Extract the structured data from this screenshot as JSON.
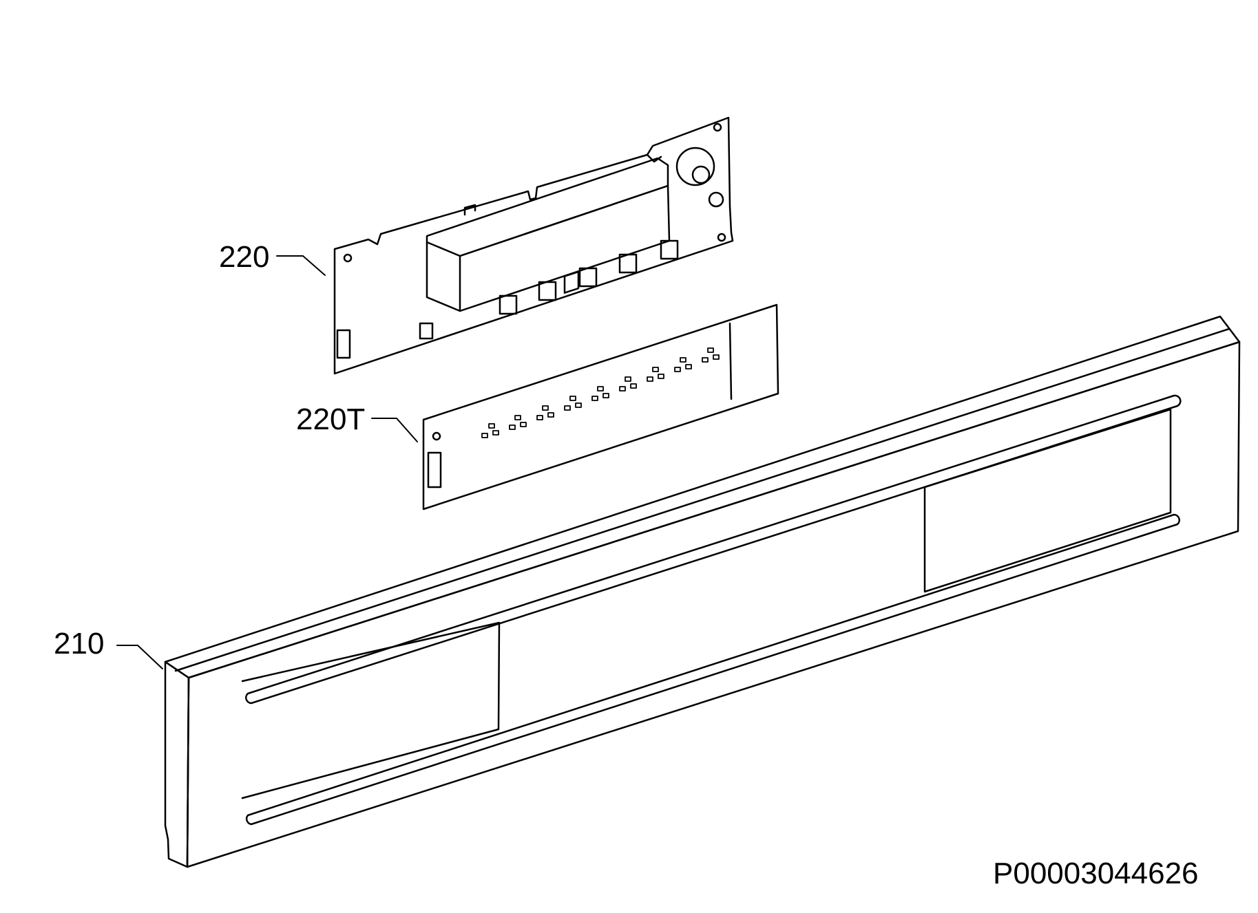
{
  "diagram": {
    "callouts": [
      {
        "id": "part-220",
        "label": "220"
      },
      {
        "id": "part-220t",
        "label": "220T"
      },
      {
        "id": "part-210",
        "label": "210"
      }
    ],
    "document_number": "P00003044626",
    "colors": {
      "line": "#000000",
      "background": "#ffffff"
    }
  }
}
